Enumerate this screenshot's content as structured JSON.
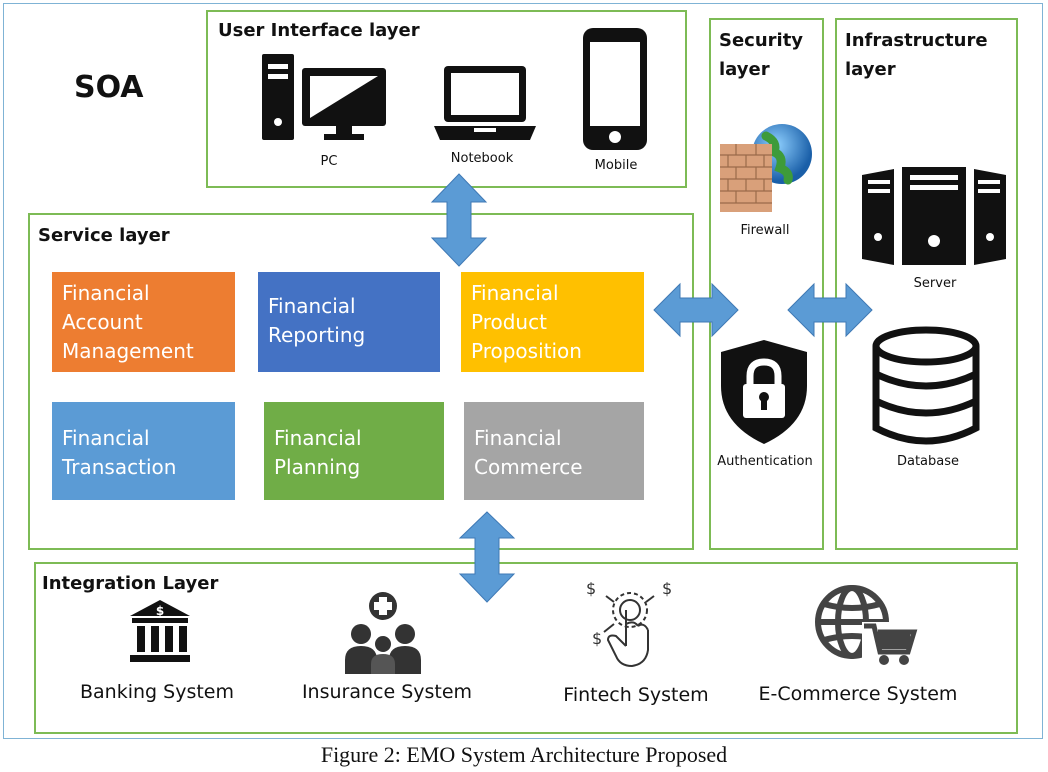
{
  "title": "SOA",
  "ui_layer": {
    "title": "User Interface layer",
    "devices": [
      {
        "label": "PC",
        "icon": "desktop-pc-icon"
      },
      {
        "label": "Notebook",
        "icon": "laptop-icon"
      },
      {
        "label": "Mobile",
        "icon": "smartphone-icon"
      }
    ]
  },
  "service_layer": {
    "title": "Service layer",
    "boxes": [
      {
        "label": "Financial\nAccount\nManagement",
        "color": "#ed7d31"
      },
      {
        "label": "Financial\nReporting",
        "color": "#4472c4"
      },
      {
        "label": "Financial\nProduct\nProposition",
        "color": "#ffc000"
      },
      {
        "label": "Financial\nTransaction",
        "color": "#5b9bd5"
      },
      {
        "label": "Financial\nPlanning",
        "color": "#70ad47"
      },
      {
        "label": "Financial\nCommerce",
        "color": "#a5a5a5"
      }
    ]
  },
  "security_layer": {
    "title": "Security\nlayer",
    "items": [
      {
        "label": "Firewall",
        "icon": "firewall-globe-icon"
      },
      {
        "label": "Authentication",
        "icon": "shield-lock-icon"
      }
    ]
  },
  "infrastructure_layer": {
    "title": "Infrastructure\nlayer",
    "items": [
      {
        "label": "Server",
        "icon": "server-rack-icon"
      },
      {
        "label": "Database",
        "icon": "database-icon"
      }
    ]
  },
  "integration_layer": {
    "title": "Integration Layer",
    "systems": [
      {
        "label": "Banking System",
        "icon": "bank-icon"
      },
      {
        "label": "Insurance System",
        "icon": "family-insurance-icon"
      },
      {
        "label": "Fintech System",
        "icon": "touch-money-icon"
      },
      {
        "label": "E-Commerce System",
        "icon": "globe-cart-icon"
      }
    ]
  },
  "arrow_color": "#5b9bd5",
  "caption": "Figure 2: EMO System Architecture Proposed"
}
